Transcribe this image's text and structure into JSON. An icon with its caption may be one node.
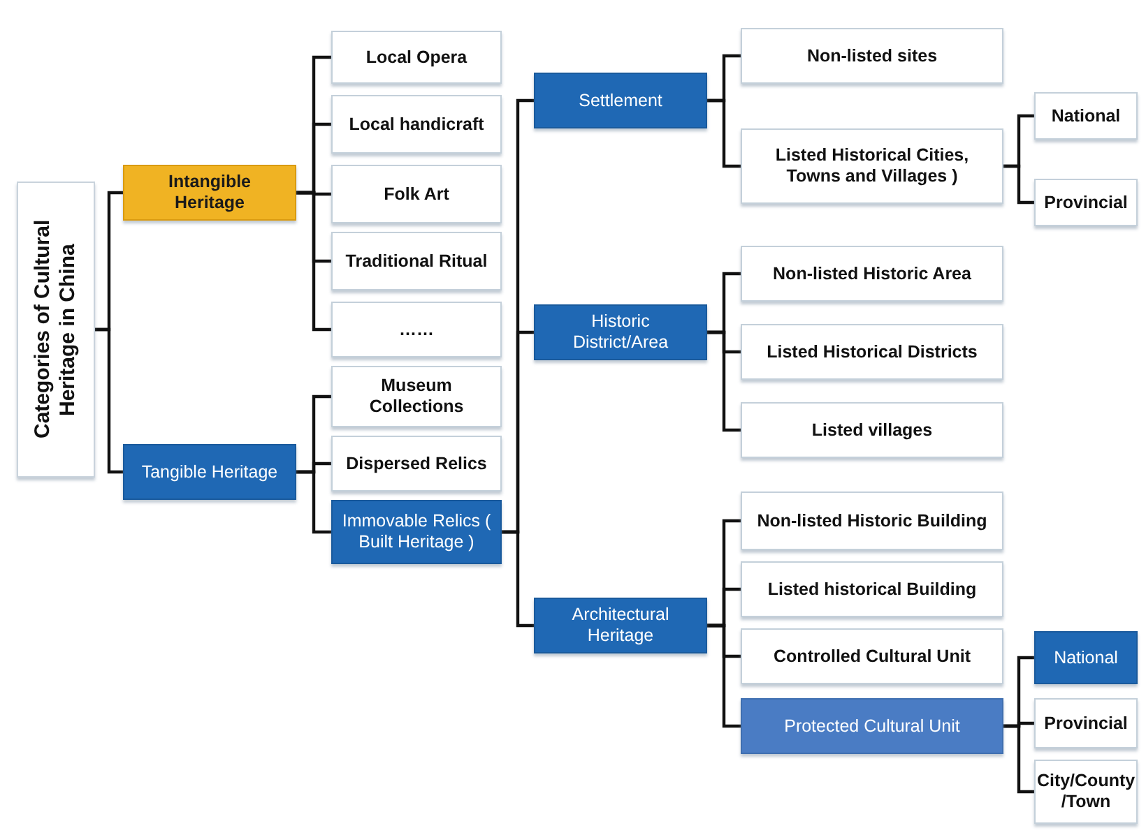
{
  "diagram": {
    "nodes": [
      {
        "text": [
          "Categories of Cultural Heritage in China"
        ]
      },
      {
        "text": [
          "Intangible Heritage"
        ]
      },
      {
        "text": [
          "Tangible Heritage"
        ]
      },
      {
        "text": [
          "Local Opera"
        ]
      },
      {
        "text": [
          "Local handicraft"
        ]
      },
      {
        "text": [
          "Folk Art"
        ]
      },
      {
        "text": [
          "Traditional Ritual"
        ]
      },
      {
        "text": [
          "……"
        ]
      },
      {
        "text": [
          "Museum Collections"
        ]
      },
      {
        "text": [
          "Dispersed Relics"
        ]
      },
      {
        "text": [
          "Immovable Relics ( Built Heritage )"
        ]
      },
      {
        "text": [
          "Settlement"
        ]
      },
      {
        "text": [
          "Historic District/Area"
        ]
      },
      {
        "text": [
          "Architectural Heritage"
        ]
      },
      {
        "text": [
          "Non-listed sites"
        ]
      },
      {
        "text": [
          "Listed Historical Cities, Towns and Villages )"
        ]
      },
      {
        "text": [
          "National"
        ]
      },
      {
        "text": [
          "Provincial"
        ]
      },
      {
        "text": [
          "Non-listed Historic Area"
        ]
      },
      {
        "text": [
          "Listed Historical Districts"
        ]
      },
      {
        "text": [
          "Listed villages"
        ]
      },
      {
        "text": [
          "Non-listed Historic Building"
        ]
      },
      {
        "text": [
          "Listed historical Building"
        ]
      },
      {
        "text": [
          "Controlled Cultural Unit"
        ]
      },
      {
        "text": [
          "Protected Cultural Unit"
        ]
      },
      {
        "text": [
          "National"
        ]
      },
      {
        "text": [
          "Provincial"
        ]
      },
      {
        "text": [
          "City/County /Town"
        ]
      }
    ],
    "edges": [
      {
        "from": 0,
        "to": 1,
        "arrow": "none"
      },
      {
        "from": 0,
        "to": 2,
        "arrow": "none"
      },
      {
        "from": 1,
        "to": 3,
        "arrow": "none"
      },
      {
        "from": 1,
        "to": 4,
        "arrow": "none"
      },
      {
        "from": 1,
        "to": 5,
        "arrow": "none"
      },
      {
        "from": 1,
        "to": 6,
        "arrow": "none"
      },
      {
        "from": 1,
        "to": 7,
        "arrow": "none"
      },
      {
        "from": 2,
        "to": 8,
        "arrow": "none"
      },
      {
        "from": 2,
        "to": 9,
        "arrow": "none"
      },
      {
        "from": 2,
        "to": 10,
        "arrow": "none"
      },
      {
        "from": 10,
        "to": 11,
        "arrow": "none"
      },
      {
        "from": 10,
        "to": 12,
        "arrow": "none"
      },
      {
        "from": 10,
        "to": 13,
        "arrow": "none"
      },
      {
        "from": 11,
        "to": 14,
        "arrow": "none"
      },
      {
        "from": 11,
        "to": 15,
        "arrow": "none"
      },
      {
        "from": 15,
        "to": 16,
        "arrow": "none"
      },
      {
        "from": 15,
        "to": 17,
        "arrow": "none"
      },
      {
        "from": 12,
        "to": 18,
        "arrow": "none"
      },
      {
        "from": 12,
        "to": 19,
        "arrow": "none"
      },
      {
        "from": 12,
        "to": 20,
        "arrow": "none"
      },
      {
        "from": 13,
        "to": 21,
        "arrow": "none"
      },
      {
        "from": 13,
        "to": 22,
        "arrow": "none"
      },
      {
        "from": 13,
        "to": 23,
        "arrow": "none"
      },
      {
        "from": 13,
        "to": 24,
        "arrow": "none"
      },
      {
        "from": 24,
        "to": 25,
        "arrow": "none"
      },
      {
        "from": 24,
        "to": 26,
        "arrow": "none"
      },
      {
        "from": 24,
        "to": 27,
        "arrow": "none"
      }
    ]
  }
}
